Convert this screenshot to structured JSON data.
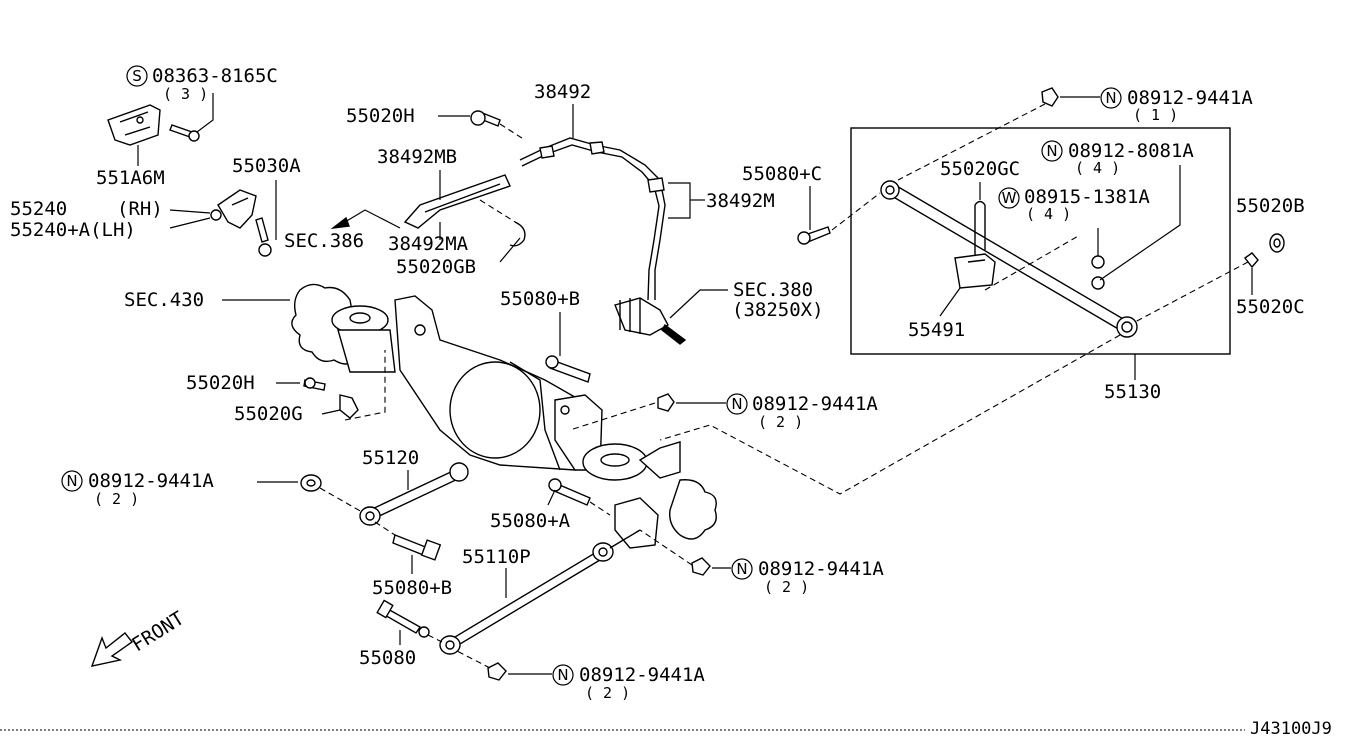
{
  "diagram_id": "J43100J9",
  "front_label": "FRONT",
  "labels": {
    "p08363": "08363-8165C",
    "p08363_qty": "( 3 )",
    "p551A6M": "551A6M",
    "p55030A": "55030A",
    "p55240": "55240",
    "p55240_rh": "(RH)",
    "p55240A": "55240+A(LH)",
    "p55020H_top": "55020H",
    "p38492": "38492",
    "p38492MB": "38492MB",
    "p38492M": "38492M",
    "p38492MA": "38492MA",
    "p55020GB": "55020GB",
    "sec386": "SEC.386",
    "sec430": "SEC.430",
    "p55080B_top": "55080+B",
    "sec380": "SEC.380",
    "sec380_sub": "(38250X)",
    "p55080C": "55080+C",
    "p08912_1": "08912-9441A",
    "p08912_1_qty": "( 1 )",
    "p08912_8081": "08912-8081A",
    "p08912_8081_qty": "( 4 )",
    "p55020GC": "55020GC",
    "p08915": "08915-1381A",
    "p08915_qty": "( 4 )",
    "p55020B": "55020B",
    "p55020C": "55020C",
    "p55491": "55491",
    "p55130": "55130",
    "p55020H_mid": "55020H",
    "p55020G": "55020G",
    "p08912_2a": "08912-9441A",
    "p08912_2a_qty": "( 2 )",
    "p55120": "55120",
    "p08912_2b": "08912-9441A",
    "p08912_2b_qty": "( 2 )",
    "p55080A": "55080+A",
    "p55080B_bot": "55080+B",
    "p55110P": "55110P",
    "p08912_2c": "08912-9441A",
    "p08912_2c_qty": "( 2 )",
    "p55080": "55080",
    "p08912_2d": "08912-9441A",
    "p08912_2d_qty": "( 2 )"
  },
  "prefixes": {
    "S": "S",
    "N": "N",
    "W": "W"
  }
}
